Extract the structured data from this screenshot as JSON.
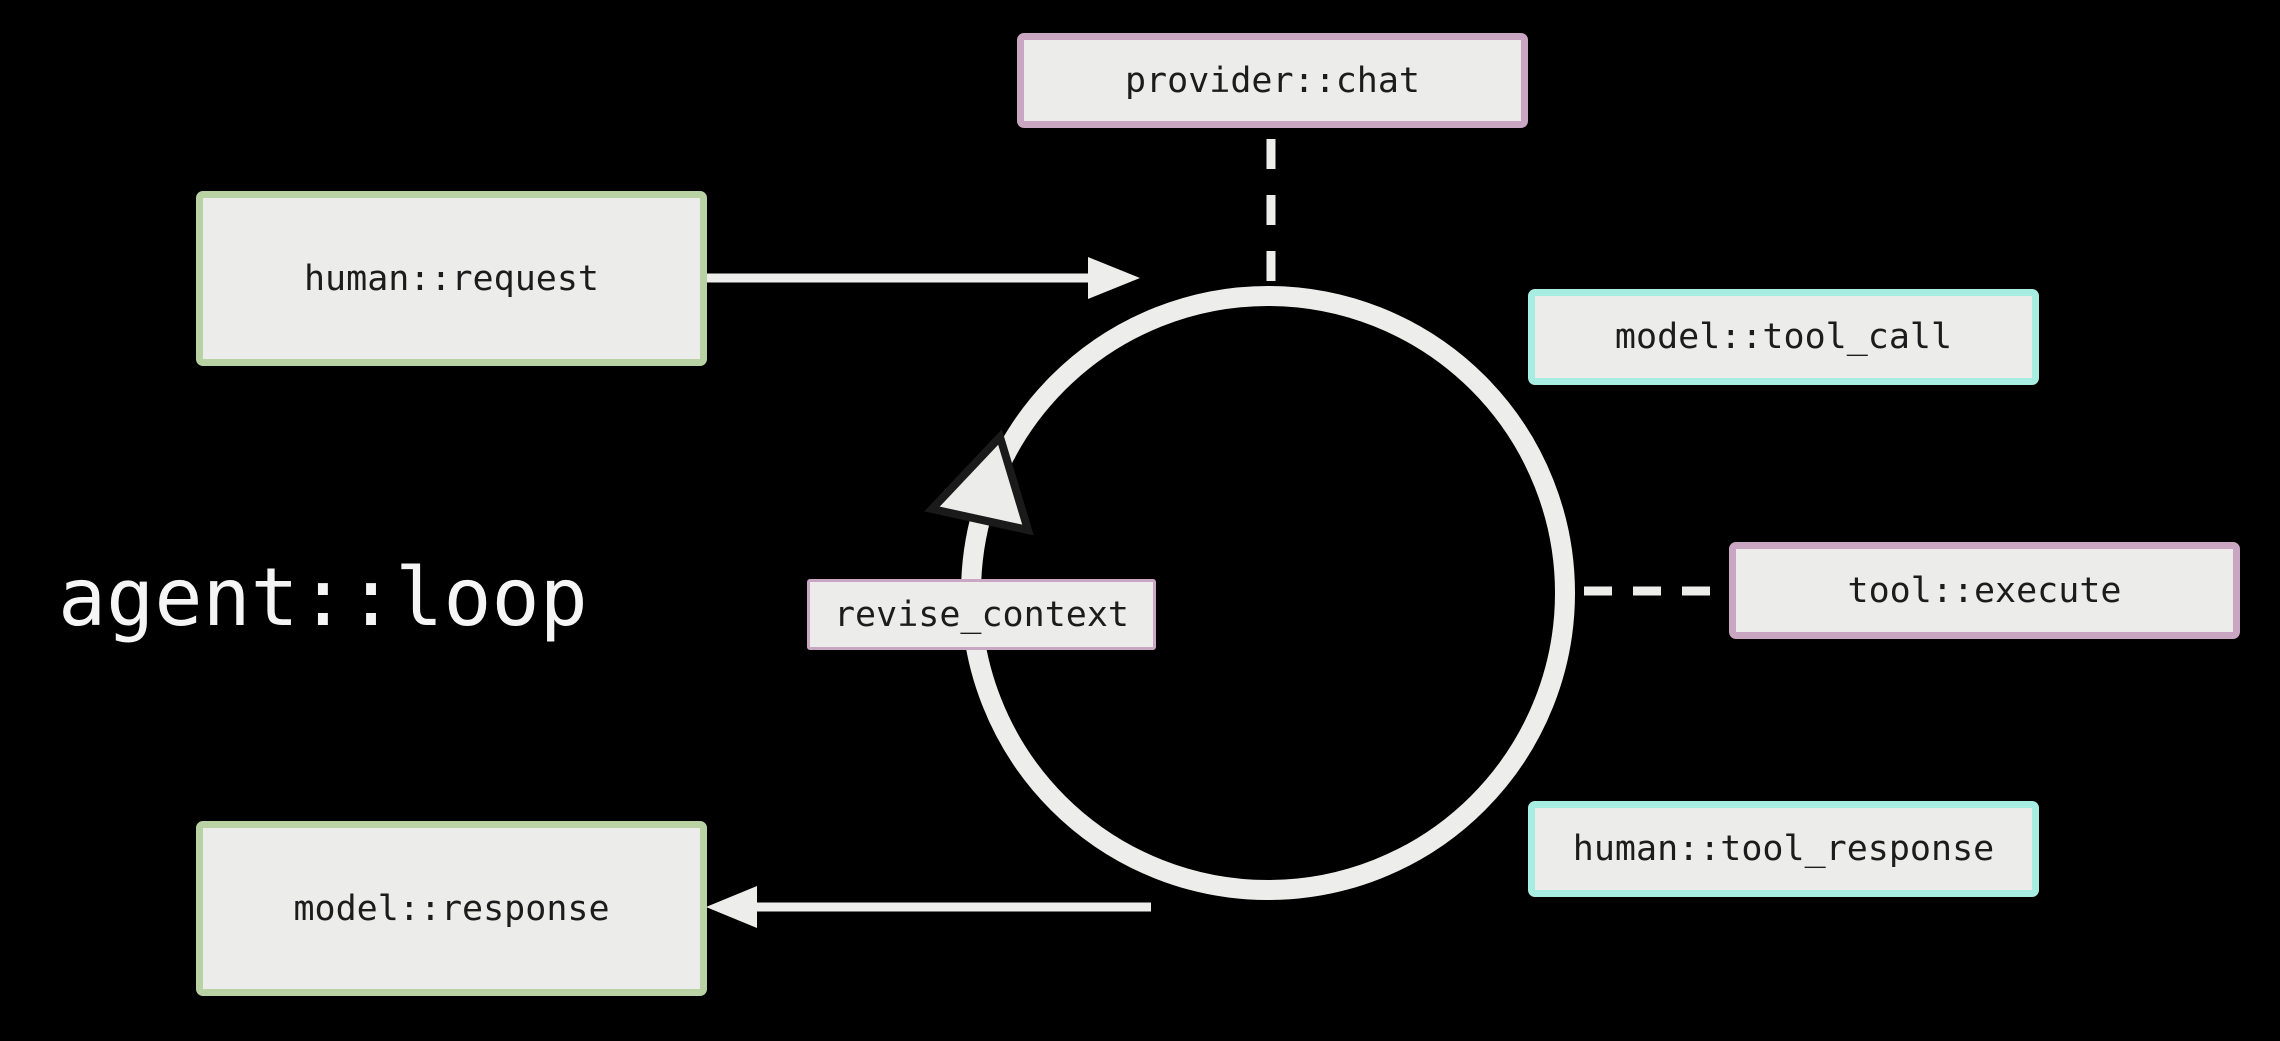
{
  "page": {
    "background": "#000000"
  },
  "diagram": {
    "loop_label": "agent::loop",
    "colors": {
      "background": "#000000",
      "node_fill": "#ececeb",
      "node_text": "#1c1c1c",
      "loop_text": "#f5f5f5",
      "stroke": "#ededec",
      "arrowhead_outline": "#1a1a1a",
      "green_border": "#b9d2a4",
      "pink_border": "#c9a6c1",
      "cyan_border": "#a7ede2"
    },
    "nodes": [
      {
        "id": "provider-chat",
        "label": "provider::chat",
        "border_color": "#c9a6c1"
      },
      {
        "id": "human-request",
        "label": "human::request",
        "border_color": "#b9d2a4"
      },
      {
        "id": "model-tool-call",
        "label": "model::tool_call",
        "border_color": "#a7ede2"
      },
      {
        "id": "tool-execute",
        "label": "tool::execute",
        "border_color": "#c9a6c1"
      },
      {
        "id": "human-tool-response",
        "label": "human::tool_response",
        "border_color": "#a7ede2"
      },
      {
        "id": "model-response",
        "label": "model::response",
        "border_color": "#b9d2a4"
      },
      {
        "id": "revise-context",
        "label": "revise_context",
        "border_color": "#c9a6c1"
      }
    ],
    "edges": [
      {
        "from": "human::request",
        "to": "agent::loop",
        "style": "solid-arrow"
      },
      {
        "from": "agent::loop",
        "to": "model::response",
        "style": "solid-arrow"
      },
      {
        "from": "provider::chat",
        "to": "agent::loop",
        "style": "dashed"
      },
      {
        "from": "agent::loop",
        "to": "tool::execute",
        "style": "dashed"
      }
    ],
    "loop_direction": "clockwise"
  }
}
